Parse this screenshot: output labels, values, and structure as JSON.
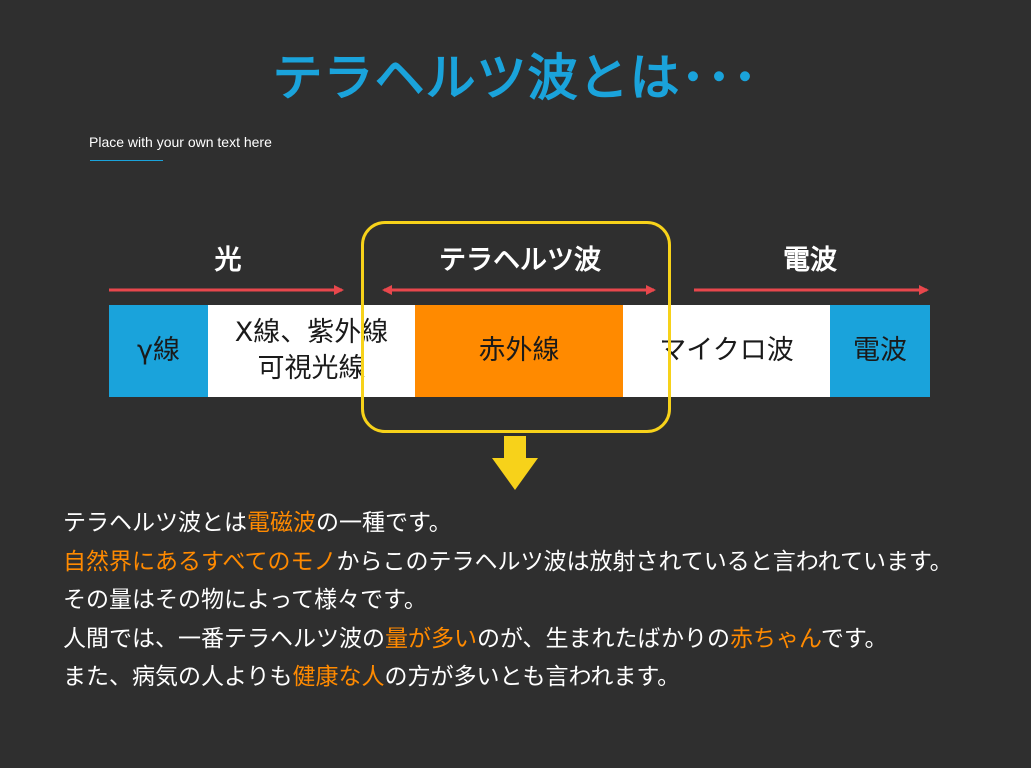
{
  "title": "テラヘルツ波とは･･･",
  "subtitle": "Place with your own text here",
  "range_labels": {
    "light": "光",
    "terahertz": "テラヘルツ波",
    "radio": "電波"
  },
  "spectrum": [
    {
      "lines": [
        "γ線"
      ],
      "color": "#1aa3db",
      "text_color": "#1a1a1a"
    },
    {
      "lines": [
        "X線、紫外線",
        "可視光線"
      ],
      "color": "#ffffff",
      "text_color": "#1a1a1a"
    },
    {
      "lines": [
        "赤外線"
      ],
      "color": "#ff8a00",
      "text_color": "#1a1a1a"
    },
    {
      "lines": [
        "マイクロ波"
      ],
      "color": "#ffffff",
      "text_color": "#1a1a1a"
    },
    {
      "lines": [
        "電波"
      ],
      "color": "#1aa3db",
      "text_color": "#1a1a1a"
    }
  ],
  "colors": {
    "accent_blue": "#1aa3db",
    "highlight_orange": "#ff8a00",
    "arrow_red": "#e8474c",
    "box_yellow": "#f7d21a",
    "background": "#2f2f2f"
  },
  "body": {
    "line1": {
      "a": "テラヘルツ波とは",
      "b": "電磁波",
      "c": "の一種です。"
    },
    "line2": {
      "a": "自然界にあるすべてのモノ",
      "b": "からこのテラヘルツ波は放射されていると言われています。"
    },
    "line3": "その量はその物によって様々です。",
    "line4": {
      "a": "人間では、一番テラヘルツ波の",
      "b": "量が多い",
      "c": "のが、生まれたばかりの",
      "d": "赤ちゃん",
      "e": "です。"
    },
    "line5": {
      "a": "また、病気の人よりも",
      "b": "健康な人",
      "c": "の方が多いとも言われます。"
    }
  }
}
